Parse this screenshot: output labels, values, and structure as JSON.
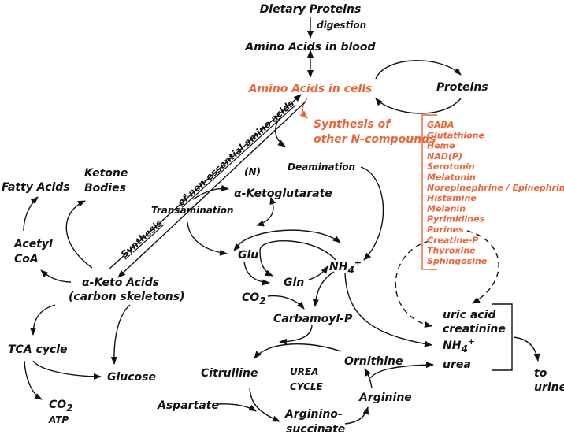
{
  "nodes": {
    "dietary_proteins": "Dietary Proteins",
    "digestion": "digestion",
    "aa_blood": "Amino Acids in blood",
    "aa_cells": "Amino Acids in cells",
    "proteins": "Proteins",
    "synth_n_1": "Synthesis of",
    "synth_n_2": "other N-compounds",
    "deamination": "Deamination",
    "n_label": "(N)",
    "akg": "α-Ketoglutarate",
    "transamination": "Transamination",
    "synth_ne_a": "Synthesis",
    "synth_ne_b": "of non-essential amino acids",
    "fatty_acids": "Fatty Acids",
    "ketone_1": "Ketone",
    "ketone_2": "Bodies",
    "acetyl_1": "Acetyl",
    "acetyl_2": "CoA",
    "keto_acids_1": "α-Keto Acids",
    "keto_acids_2": "(carbon skeletons)",
    "glu": "Glu",
    "gln": "Gln",
    "nh4": "NH",
    "nh4_sub": "4",
    "nh4_sup": "+",
    "co2": "CO",
    "co2_sub": "2",
    "carbamoyl": "Carbamoyl-P",
    "tca": "TCA cycle",
    "glucose": "Glucose",
    "co2b": "CO",
    "co2b_sub": "2",
    "atp": "ATP",
    "citrulline": "Citrulline",
    "urea_cycle_1": "UREA",
    "urea_cycle_2": "CYCLE",
    "ornithine": "Ornithine",
    "arginine": "Arginine",
    "aspartate": "Aspartate",
    "argsucc_1": "Arginino-",
    "argsucc_2": "succinate",
    "uric_acid": "uric acid",
    "creatinine": "creatinine",
    "nh4b": "NH",
    "nh4b_sub": "4",
    "nh4b_sup": "+",
    "urea": "urea",
    "to_urine_1": "to",
    "to_urine_2": "urine"
  },
  "n_compounds": [
    "GABA",
    "Glutathione",
    "Heme",
    "NAD(P)",
    "Serotonin",
    "Melatonin",
    "Norepinephrine / Epinephrine",
    "Histamine",
    "Melanin",
    "Pyrimidines",
    "Purines",
    "Creatine-P",
    "Thyroxine",
    "Sphingosine"
  ],
  "colors": {
    "accent": "#e8663a",
    "text": "#111111"
  }
}
